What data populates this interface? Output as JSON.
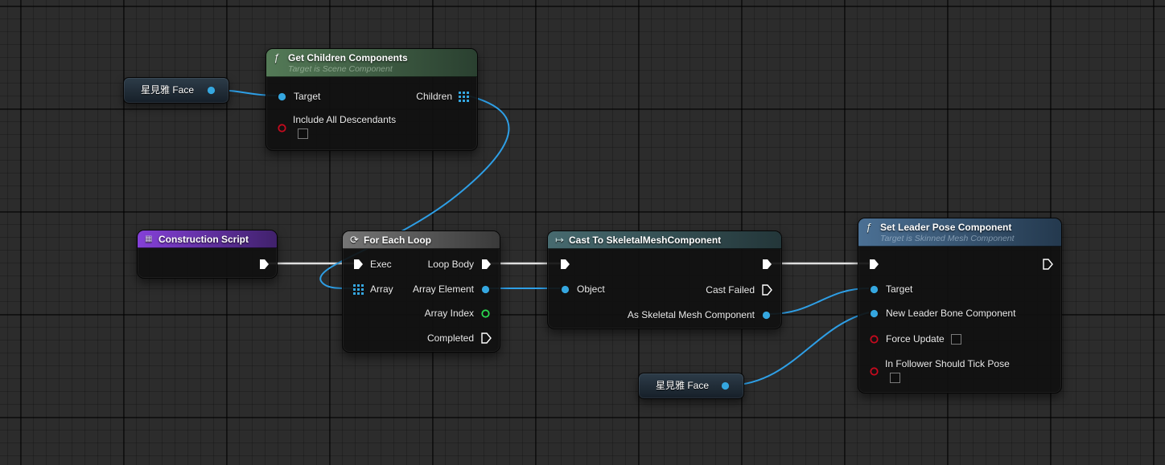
{
  "editor": {
    "background": "#2c2c2c"
  },
  "colors": {
    "wire_exec": "#e0e0e0",
    "wire_data": "#2e9fe6",
    "pin_object": "#35a7e0",
    "pin_bool": "#c60a1e",
    "pin_int": "#2bd94f",
    "pin_exec": "#ffffff"
  },
  "nodes": {
    "var_face_top": {
      "label": "星見雅 Face"
    },
    "get_children_components": {
      "title": "Get Children Components",
      "subtitle": "Target is Scene Component",
      "icon": "ƒ",
      "pins": {
        "target": "Target",
        "children": "Children",
        "include_all_descendants": "Include All Descendants"
      }
    },
    "construction_script": {
      "title": "Construction Script",
      "icon": "▦"
    },
    "for_each_loop": {
      "title": "For Each Loop",
      "icon": "⟳",
      "pins": {
        "exec": "Exec",
        "array": "Array",
        "loop_body": "Loop Body",
        "array_element": "Array Element",
        "array_index": "Array Index",
        "completed": "Completed"
      }
    },
    "cast_to_skeletal_mesh": {
      "title": "Cast To SkeletalMeshComponent",
      "icon": "↦",
      "pins": {
        "object": "Object",
        "cast_failed": "Cast Failed",
        "as_skeletal_mesh_component": "As Skeletal Mesh Component"
      }
    },
    "set_leader_pose": {
      "title": "Set Leader Pose Component",
      "subtitle": "Target is Skinned Mesh Component",
      "icon": "ƒ",
      "pins": {
        "target": "Target",
        "new_leader_bone_component": "New Leader Bone Component",
        "force_update": "Force Update",
        "in_follower_should_tick_pose": "In Follower Should Tick Pose"
      }
    },
    "var_face_bottom": {
      "label": "星見雅 Face"
    }
  }
}
